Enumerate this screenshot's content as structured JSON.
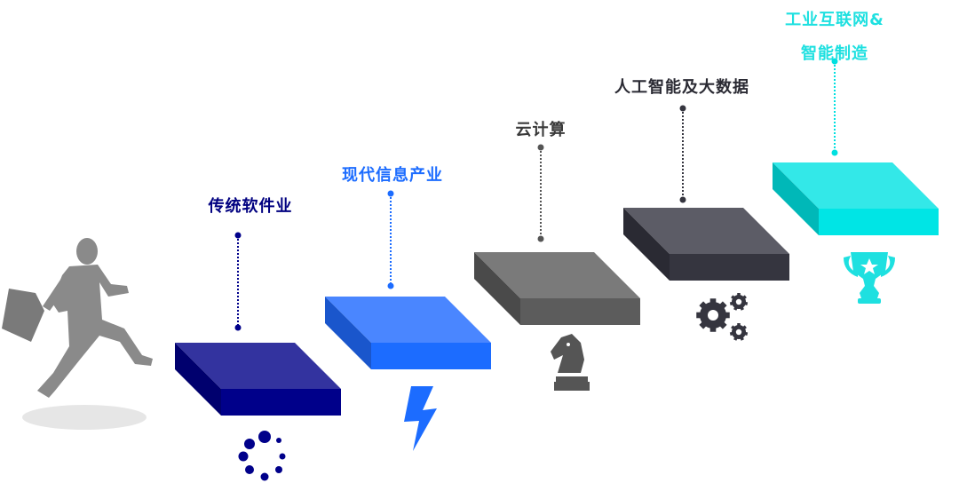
{
  "steps": [
    {
      "label": "传统软件业",
      "icon": "loading-dots-icon",
      "color": "#00008a"
    },
    {
      "label": "现代信息产业",
      "icon": "lightning-icon",
      "color": "#1c6cff"
    },
    {
      "label": "云计算",
      "icon": "chess-knight-icon",
      "color": "#555555"
    },
    {
      "label": "人工智能及大数据",
      "icon": "gears-icon",
      "color": "#35353f"
    },
    {
      "label_line1": "工业互联网&",
      "label_line2": "智能制造",
      "icon": "trophy-icon",
      "color": "#00e0e0"
    }
  ]
}
